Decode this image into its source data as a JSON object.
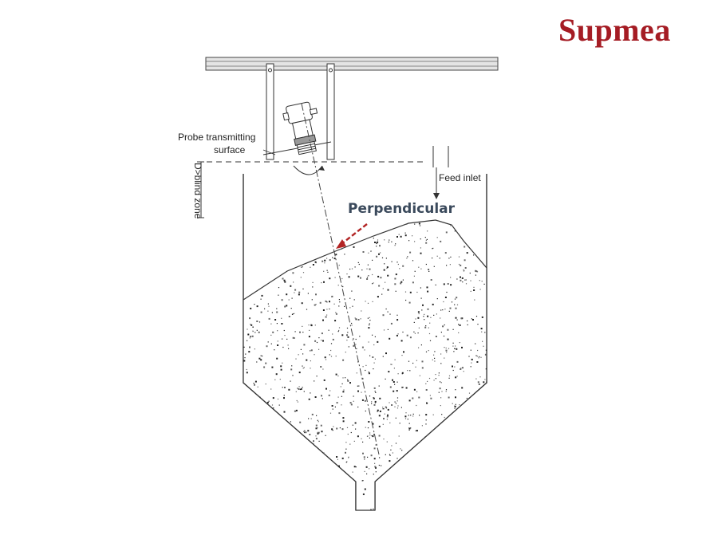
{
  "brand": {
    "name": "Supmea",
    "color": "#a51c24"
  },
  "labels": {
    "probe_line1": "Probe transmitting",
    "probe_line2": "surface",
    "feed_inlet": "Feed inlet",
    "blind_zone": "D>blind zone",
    "callout": "Perpendicular"
  },
  "colors": {
    "callout_text": "#3b4a5c",
    "callout_arrow": "#b22424",
    "line": "#333333"
  }
}
